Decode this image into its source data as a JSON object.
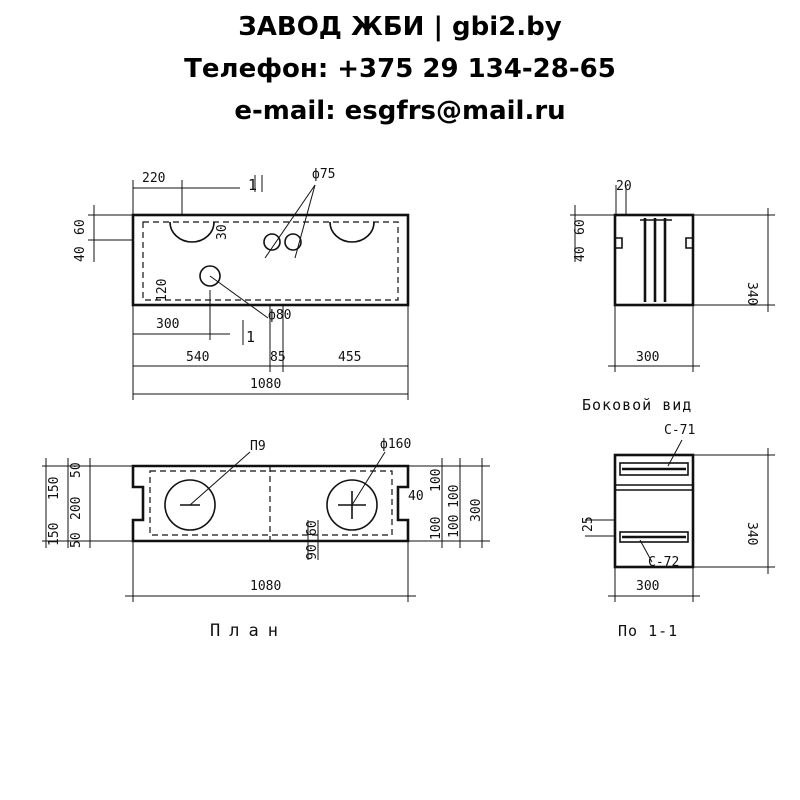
{
  "header": {
    "line1": "ЗАВОД ЖБИ | gbi2.by",
    "line2": "Телефон: +375 29 134-28-65",
    "line3": "e-mail: esgfrs@mail.ru"
  },
  "front": {
    "d220": "220",
    "section_mark": "1",
    "d_phi75": "ф75",
    "d_phi80": "ф80",
    "d40": "40",
    "d60": "60",
    "d30": "30",
    "d120": "120",
    "d300": "300",
    "d540": "540",
    "d85": "85",
    "d455": "455",
    "d1080": "1080"
  },
  "side": {
    "d20": "20",
    "d40": "40",
    "d60": "60",
    "d340": "340",
    "d300": "300",
    "caption": "Боковой вид"
  },
  "plan": {
    "p9": "П9",
    "d_phi160": "ф160",
    "d40": "40",
    "left_dims": [
      "150",
      "150",
      "50",
      "200",
      "50"
    ],
    "right_dims": [
      "100",
      "100",
      "100",
      "100",
      "300"
    ],
    "d60": "60",
    "d90": "90",
    "d1080": "1080",
    "caption": "План"
  },
  "section": {
    "c71": "С-71",
    "c72": "С-72",
    "d25": "25",
    "d340": "340",
    "d300": "300",
    "caption": "По 1-1"
  }
}
